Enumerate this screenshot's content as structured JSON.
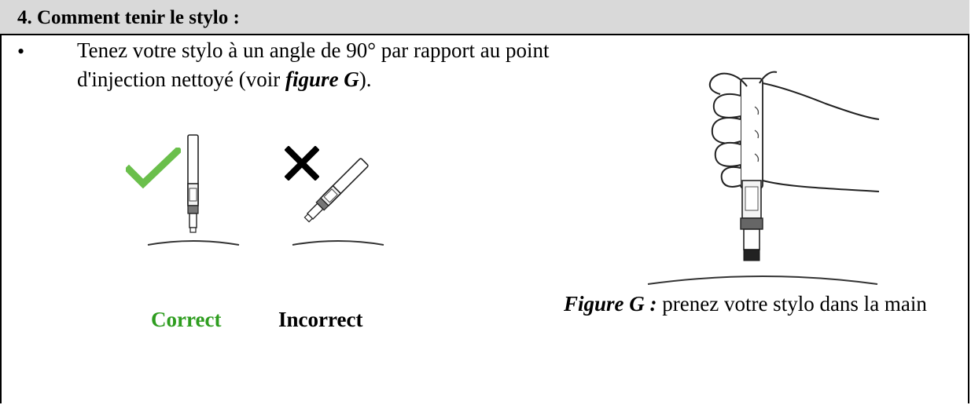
{
  "section": {
    "title": "4. Comment tenir le stylo :"
  },
  "instruction": {
    "bullet": "•",
    "text_before": "Tenez votre stylo à un angle de 90° par rapport au point d'injection nettoyé (voir ",
    "figure_ref": "figure G",
    "text_after": ")."
  },
  "comparison": {
    "correct_label": "Correct",
    "incorrect_label": "Incorrect",
    "correct_icon": "checkmark-icon",
    "incorrect_icon": "cross-icon",
    "correct_color": "#6abf4b",
    "correct_text_color": "#2e9d1f"
  },
  "figure": {
    "caption_bold": "Figure G :",
    "caption_text": " prenez votre stylo dans la main"
  }
}
